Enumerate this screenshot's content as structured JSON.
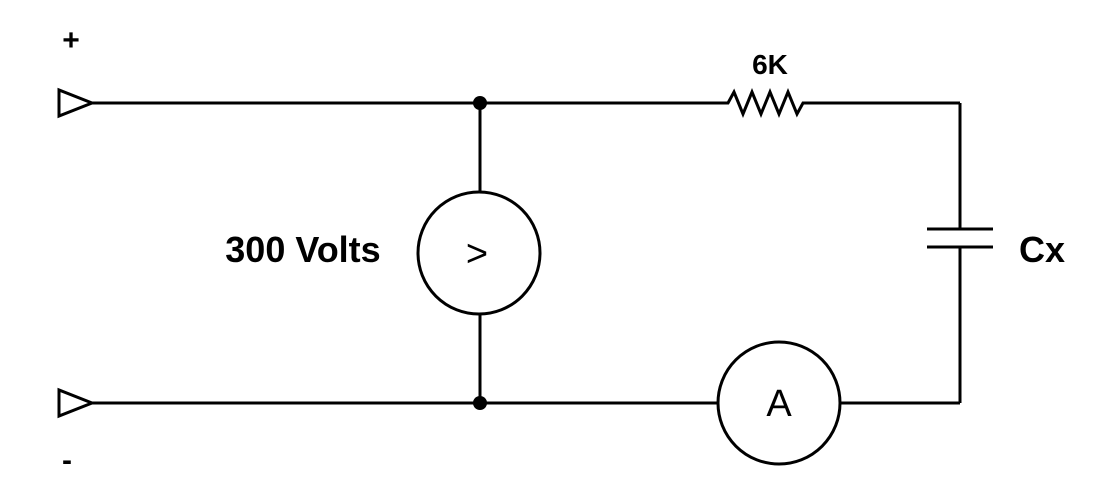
{
  "terminals": {
    "positive_label": "+",
    "negative_label": "-"
  },
  "voltmeter": {
    "symbol": ">",
    "value_label": "300 Volts"
  },
  "resistor": {
    "label": "6K"
  },
  "capacitor": {
    "label": "Cx"
  },
  "ammeter": {
    "symbol": "A"
  }
}
